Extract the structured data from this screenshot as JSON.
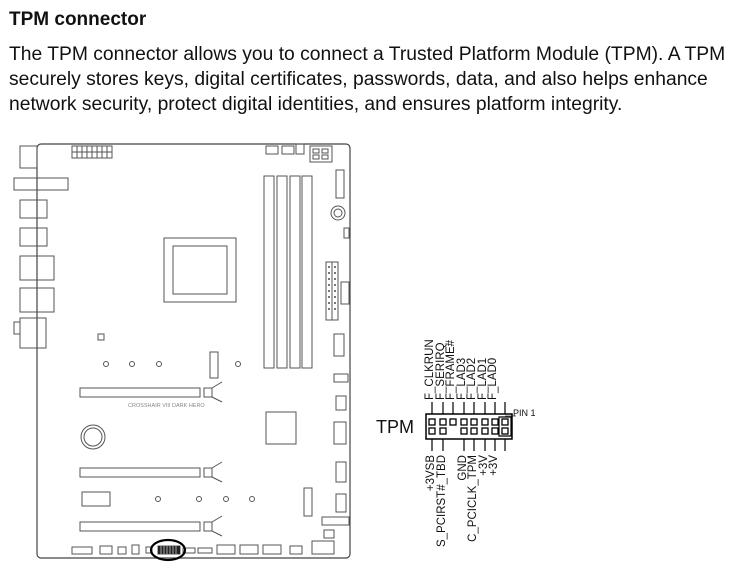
{
  "heading": "TPM connector",
  "description": "The TPM connector allows you to connect a Trusted Platform Module (TPM). A TPM securely stores keys, digital certificates, passwords, data, and also helps enhance network security, protect digital identities, and ensures platform integrity.",
  "board_silkscreen": "CROSSHAIR VIII DARK HERO",
  "diagram": {
    "connector_label": "TPM",
    "pin1_label": "PIN 1",
    "top_pins": [
      "F_CLKRUN",
      "F_SERIRQ",
      "F_FRAME#",
      "F_LAD3",
      "F_LAD2",
      "F_LAD1",
      "F_LAD0"
    ],
    "bottom_pins": [
      "+3VSB",
      "S_PCIRST#_TBD",
      "GND",
      "C_PCICLK_TPM",
      "+3V",
      "+3V"
    ]
  }
}
